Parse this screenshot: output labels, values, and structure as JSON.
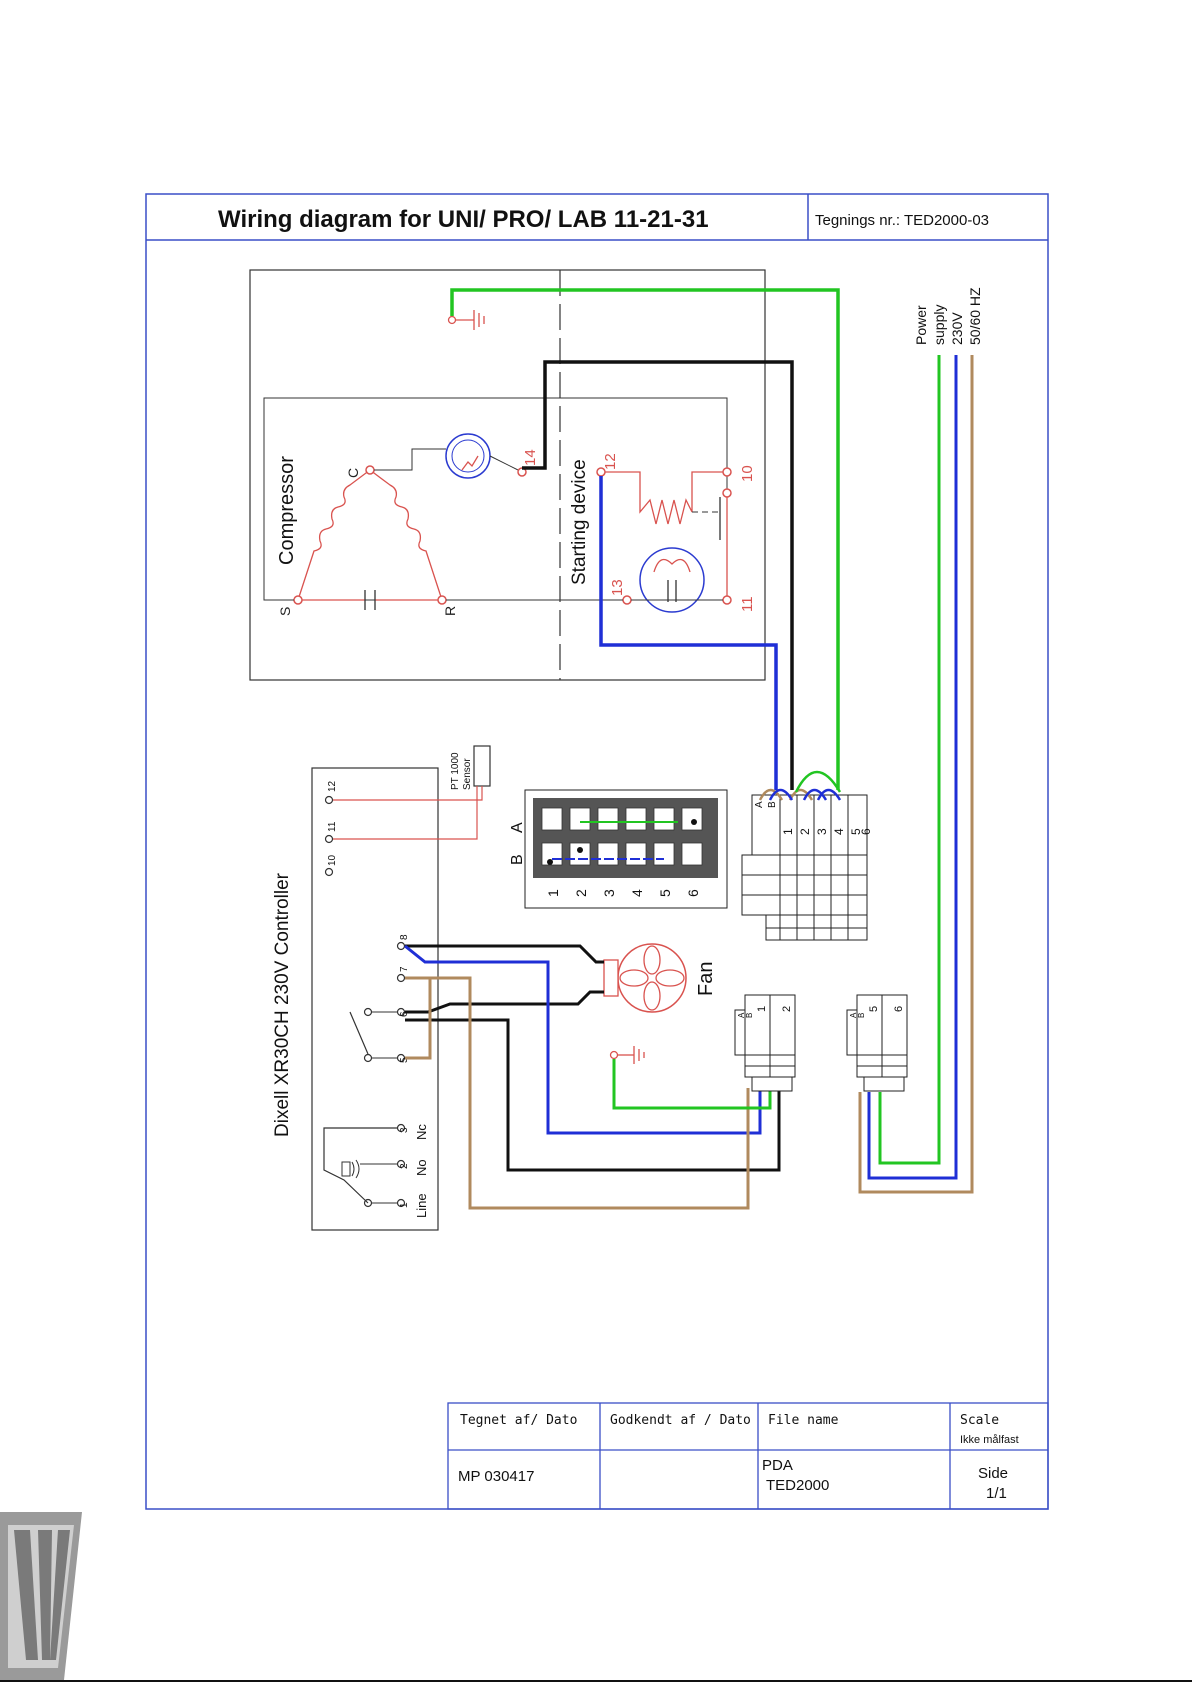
{
  "title": "Wiring diagram for UNI/ PRO/ LAB   11-21-31",
  "drawing_no": "Tegnings nr.: TED2000-03",
  "power_supply": {
    "line1": "Power",
    "line2": "supply",
    "line3": "230V",
    "line4": "50/60 HZ"
  },
  "compressor": {
    "label": "Compressor",
    "node_c": "C",
    "node_s": "S",
    "node_r": "R",
    "term_14": "14"
  },
  "starting_device": {
    "label": "Starting device",
    "term_12": "12",
    "term_13": "13",
    "term_10": "10",
    "term_11": "11"
  },
  "controller": {
    "label": "Dixell XR30CH 230V Controller",
    "t12": "12",
    "t11": "11",
    "t10": "10",
    "t8": "8",
    "t7": "7",
    "t6": "6",
    "t5": "5",
    "t3": "3",
    "t2": "2",
    "t1": "1",
    "nc": "Nc",
    "no": "No",
    "line": "Line"
  },
  "sensor": {
    "line1": "PT 1000",
    "line2": "Sensor"
  },
  "switch_block": {
    "row_a": "A",
    "row_b": "B",
    "cols": [
      "1",
      "2",
      "3",
      "4",
      "5",
      "6"
    ]
  },
  "terminal_main": {
    "cols": [
      "1",
      "2",
      "3",
      "4",
      "5",
      "6"
    ],
    "a": "A",
    "b": "B"
  },
  "terminal_fan": {
    "cols": [
      "1",
      "2"
    ],
    "a": "A",
    "b": "B"
  },
  "terminal_supply": {
    "cols": [
      "5",
      "6"
    ],
    "a": "A",
    "b": "B"
  },
  "fan_label": "Fan",
  "footer": {
    "drawn_by_hdr": "Tegnet af/ Dato",
    "approved_hdr": "Godkendt af / Dato",
    "file_hdr": "File name",
    "scale_hdr": "Scale",
    "scale_val": "Ikke målfast",
    "drawn_by_val": "MP 030417",
    "approved_val": "",
    "file_val1": "PDA",
    "file_val2": "TED2000",
    "side_label": "Side",
    "side_val": "1/1"
  },
  "colors": {
    "frame": "#3a4fc7",
    "green": "#22c522",
    "blue": "#1f2fd6",
    "black": "#111111",
    "brown": "#b08a5e",
    "red": "#d9534f"
  }
}
